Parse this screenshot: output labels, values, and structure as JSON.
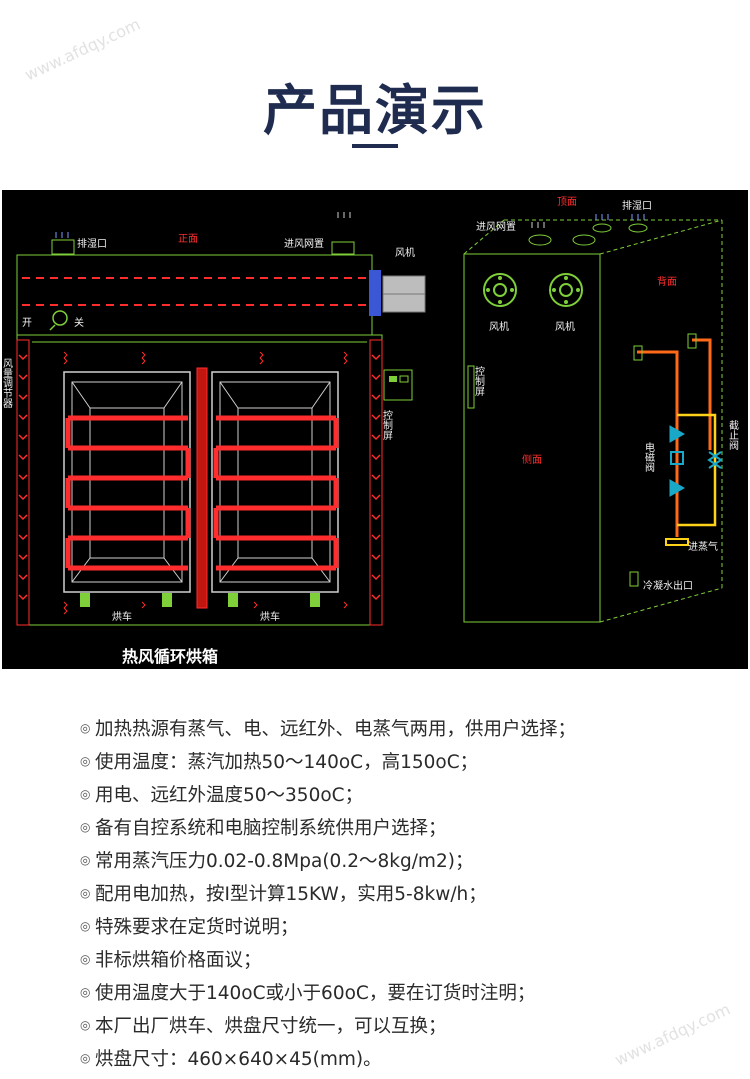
{
  "page": {
    "title": "产品演示"
  },
  "diagram": {
    "caption": "热风循环烘箱",
    "front": {
      "label_front": "正面",
      "exhaust_port": "排湿口",
      "air_inlet": "进风网置",
      "fan": "风机",
      "switch_on": "开",
      "switch_off": "关",
      "damper_label": "风量调节器",
      "control_panel": "控制屏",
      "cart_left": "烘车",
      "cart_right": "烘车"
    },
    "side": {
      "label_top": "顶面",
      "label_back": "背面",
      "label_side": "侧面",
      "air_inlet": "进风网置",
      "exhaust_port": "排湿口",
      "fan_left": "风机",
      "fan_right": "风机",
      "control_panel": "控制屏",
      "solenoid_valve": "电磁阀",
      "stop_valve": "截止阀",
      "steam_inlet": "进蒸气",
      "condensate_outlet": "冷凝水出口"
    }
  },
  "specs": {
    "bullet": "◎",
    "items": [
      "加热热源有蒸气、电、远红外、电蒸气两用，供用户选择；",
      "使用温度：蒸汽加热50～140oC，高150oC；",
      "用电、远红外温度50～350oC；",
      "备有自控系统和电脑控制系统供用户选择；",
      "常用蒸汽压力0.02-0.8Mpa(0.2～8kg/m2)；",
      "配用电加热，按I型计算15KW，实用5-8kw/h；",
      "特殊要求在定货时说明；",
      "非标烘箱价格面议；",
      "使用温度大于140oC或小于60oC，要在订货时注明；",
      "本厂出厂烘车、烘盘尺寸统一，可以互换；",
      "烘盘尺寸：460×640×45(mm)。"
    ]
  },
  "watermark": {
    "text": "www.afdqy.com"
  },
  "colors": {
    "title": "#1f2c4f",
    "diagram_bg": "#000000",
    "outline_green": "#7ecf3a",
    "heater_red": "#ff2d2d",
    "text": "#2a2a2a"
  }
}
